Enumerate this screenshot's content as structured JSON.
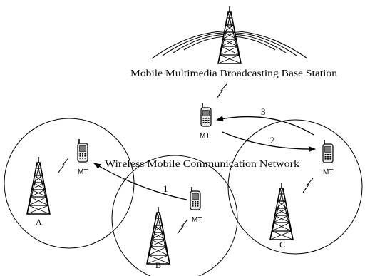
{
  "labels": {
    "broadcast_station": "Mobile Multimedia Broadcasting Base Station",
    "network": "Wireless Mobile Communication Network",
    "cell_a": "A",
    "cell_b": "B",
    "cell_c": "C",
    "mt": "MT",
    "step_1": "1",
    "step_2": "2",
    "step_3": "3"
  },
  "icons": {
    "tower": "radio-tower-icon",
    "phone": "mobile-terminal-icon",
    "signal": "lightning-signal-icon"
  },
  "colors": {
    "stroke": "#000000",
    "background": "#ffffff"
  }
}
